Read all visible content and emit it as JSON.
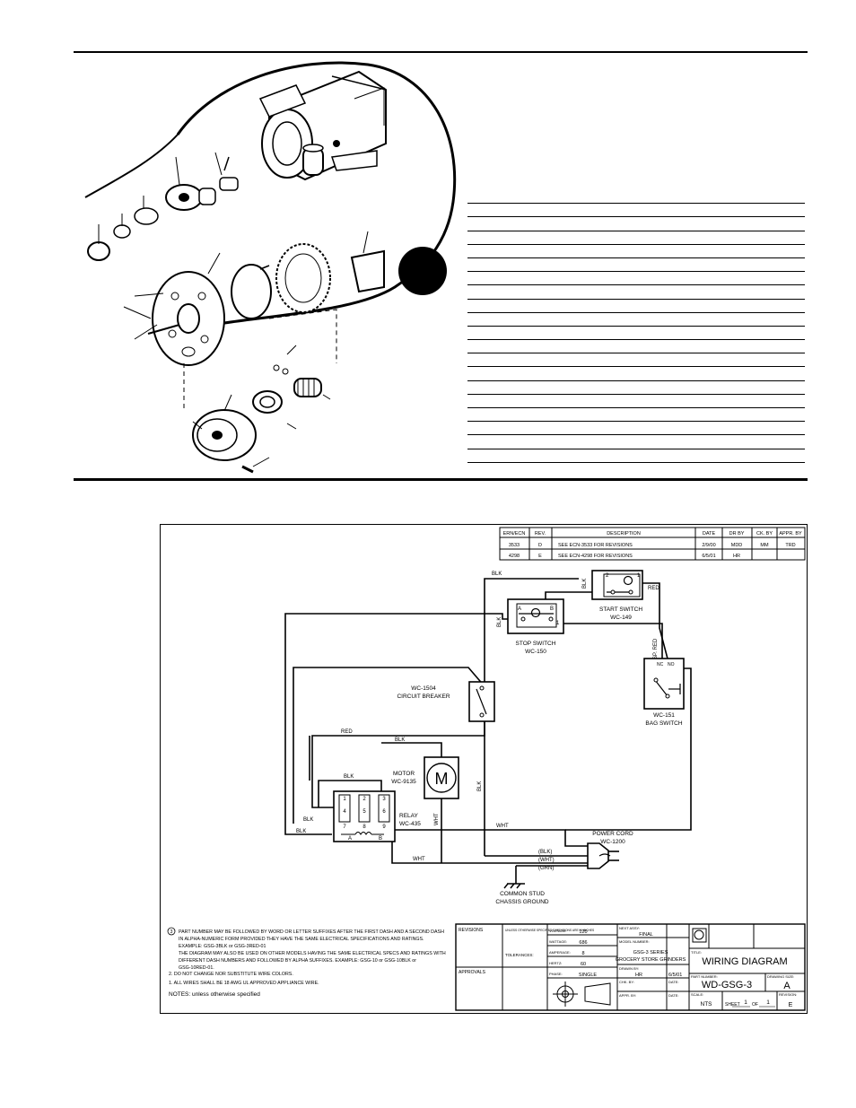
{
  "revision_table": {
    "headers": [
      "ERN/ECN",
      "REV.",
      "DESCRIPTION",
      "DATE",
      "DR BY",
      "CK. BY",
      "APPR. BY"
    ],
    "rows": [
      [
        "3533",
        "D",
        "SEE ECN-3533 FOR REVISIONS",
        "2/9/00",
        "MDD",
        "MM",
        "TRD"
      ],
      [
        "4298",
        "E",
        "SEE ECN-4298 FOR REVISIONS",
        "6/5/01",
        "HR",
        "",
        ""
      ]
    ]
  },
  "components": {
    "start_switch": {
      "name": "START SWITCH",
      "part": "WC-149"
    },
    "stop_switch": {
      "name": "STOP SWITCH",
      "part": "WC-150"
    },
    "circuit_breaker": {
      "part": "WC-1504",
      "name": "CIRCUIT BREAKER"
    },
    "bag_switch": {
      "part": "WC-151",
      "name": "BAG SWITCH"
    },
    "motor": {
      "name": "MOTOR",
      "part": "WC-9135",
      "symbol": "M"
    },
    "relay": {
      "name": "RELAY",
      "part": "WC-435"
    },
    "power_cord": {
      "name": "POWER CORD",
      "part": "WC-1200"
    },
    "ground": {
      "line1": "COMMON STUD",
      "line2": "CHASSIS GROUND"
    }
  },
  "wire_labels": {
    "blk": "BLK",
    "red": "RED",
    "wht": "WHT",
    "sp_red": "SP. RED",
    "cord_blk": "(BLK)",
    "cord_wht": "(WHT)",
    "cord_grn": "(GRN)"
  },
  "terminals": {
    "a": "A",
    "b": "B",
    "one": "1",
    "two": "2",
    "nc": "NC",
    "no": "NO",
    "relay": [
      "1",
      "2",
      "3",
      "4",
      "5",
      "6",
      "7",
      "8",
      "9"
    ]
  },
  "notes": {
    "n3a": "PART NUMBER MAY BE FOLLOWED BY WORD OR LETTER SUFFIXES AFTER THE FIRST DASH AND A SECOND DASH",
    "n3b": "IN ALPHA-NUMERIC FORM PROVIDED THEY HAVE THE SAME ELECTRICAL SPECIFICATIONS AND RATINGS.",
    "n3c": "EXAMPLE: GSG-3BLK   or   GSG-3RED-01",
    "n3d": "THE DIAGRAM MAY ALSO BE USED ON OTHER MODELS HAVING THE SAME ELECTRICAL SPECS AND RATINGS WITH",
    "n3e": "DIFFERENT DASH NUMBERS AND FOLLOWED BY ALPHA SUFFIXES.  EXAMPLE:  GSG-10  or  GSG-10BLK  or",
    "n3f": "GSG-10RED-01.",
    "n2": "2.  DO NOT CHANGE NOR SUBSTITUTE WIRE COLORS.",
    "n1": "1.  ALL WIRES SHALL BE 18 AWG UL APPROVED APPLIANCE WIRE.",
    "footer": "NOTES: unless otherwise specified"
  },
  "title_block": {
    "voltage_label": "VOLTAGE:",
    "voltage": "120",
    "wattage_label": "WATTAGE:",
    "wattage": "686",
    "amperage_label": "AMPERAGE:",
    "amperage": "8",
    "hertz_label": "HERTZ:",
    "hertz": "60",
    "phase_label": "PHASE:",
    "phase": "SINGLE",
    "next_assy_label": "NEXT ASSY:",
    "next_assy": "FINAL",
    "model_label": "MODEL NUMBER:",
    "model_line1": "GSG-3 SERIES",
    "model_line2": "GROCERY STORE GRINDERS",
    "drawn_label": "DRAWN BY:",
    "drawn": "HR",
    "drawn_date": "6/5/01",
    "chk_label": "CHK. BY:",
    "appr_label": "APPR. BY:",
    "date_label": "DATE:",
    "title_label": "TITLE:",
    "title": "WIRING DIAGRAM",
    "part_label": "PART NUMBER:",
    "part_number": "WD-GSG-3",
    "size_label": "DRAWING SIZE:",
    "size": "A",
    "scale_label": "SCALE:",
    "scale": "NTS",
    "sheet_label": "SHEET",
    "sheet": "1",
    "of_label": "OF",
    "of": "1",
    "revision_label": "REVISION:",
    "revision": "E",
    "dims_label": "UNLESS OTHERWISE SPECIFIED DIMENSIONS ARE IN INCHES",
    "tol_label": "TOLERANCES:",
    "revisions_label": "REVISIONS",
    "approvals_label": "APPROVALS"
  }
}
